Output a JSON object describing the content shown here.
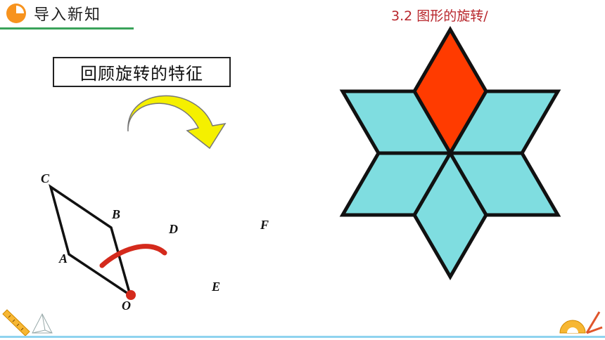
{
  "header": {
    "title": "导入新知"
  },
  "top_right": {
    "text": "3.2 图形的旋转/"
  },
  "box": {
    "text": "回顾旋转的特征"
  },
  "points": {
    "C": "C",
    "B": "B",
    "A": "A",
    "O": "O",
    "D": "D",
    "E": "E",
    "F": "F"
  },
  "colors": {
    "accent": "#3aa35a",
    "title_red": "#b8262c",
    "rhombus_fill": "#7fdde0",
    "rhombus_highlight": "#ff3b00",
    "arrow_yellow": "#f5f000",
    "arc_red": "#d42a1c"
  },
  "icons": [
    "pie-chart-icon",
    "rotate-arrow-icon",
    "ruler-icon",
    "pyramid-icon",
    "protractor-icon"
  ]
}
